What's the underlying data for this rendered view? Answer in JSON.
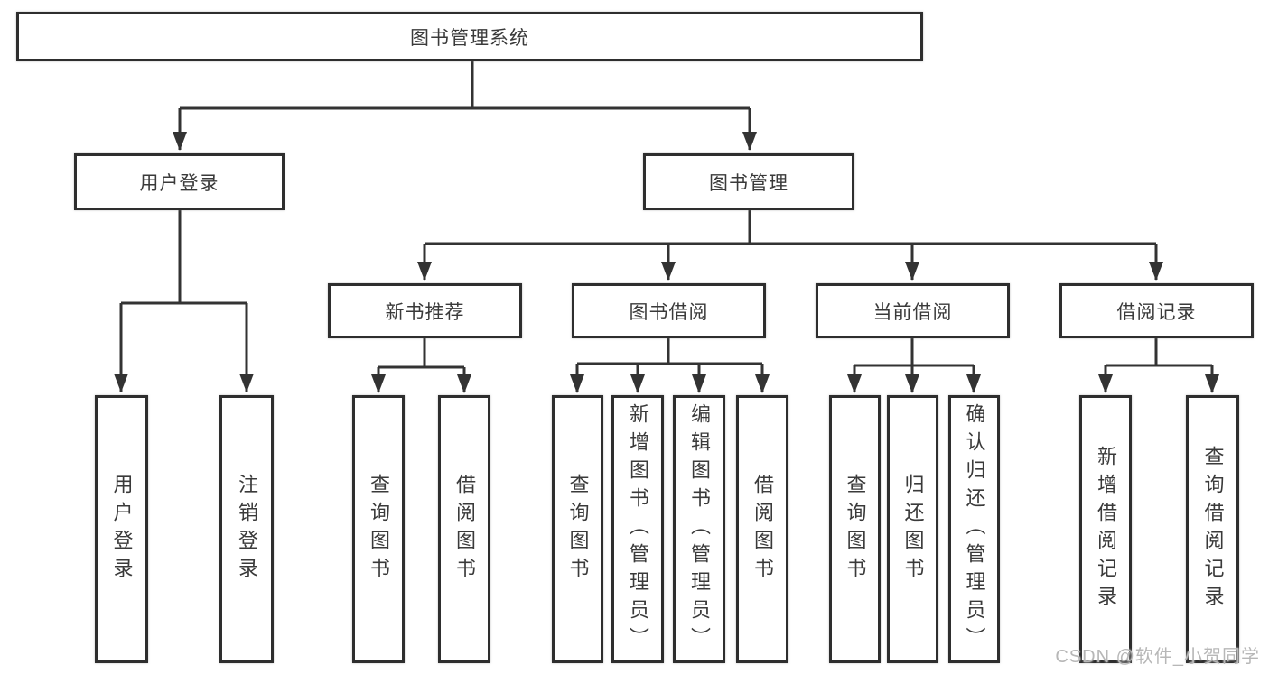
{
  "diagram": {
    "root": {
      "label": "图书管理系统"
    },
    "branches": [
      {
        "label": "用户登录",
        "children": [
          {
            "label": "用户登录"
          },
          {
            "label": "注销登录"
          }
        ]
      },
      {
        "label": "图书管理",
        "children": [
          {
            "label": "新书推荐",
            "children": [
              {
                "label": "查询图书"
              },
              {
                "label": "借阅图书"
              }
            ]
          },
          {
            "label": "图书借阅",
            "children": [
              {
                "label": "查询图书"
              },
              {
                "label": "新增图书（管理员）"
              },
              {
                "label": "编辑图书（管理员）"
              },
              {
                "label": "借阅图书"
              }
            ]
          },
          {
            "label": "当前借阅",
            "children": [
              {
                "label": "查询图书"
              },
              {
                "label": "归还图书"
              },
              {
                "label": "确认归还（管理员）"
              }
            ]
          },
          {
            "label": "借阅记录",
            "children": [
              {
                "label": "新增借阅记录"
              },
              {
                "label": "查询借阅记录"
              }
            ]
          }
        ]
      }
    ],
    "line_color": "#333333",
    "watermark": "CSDN @软件_小贺同学"
  }
}
